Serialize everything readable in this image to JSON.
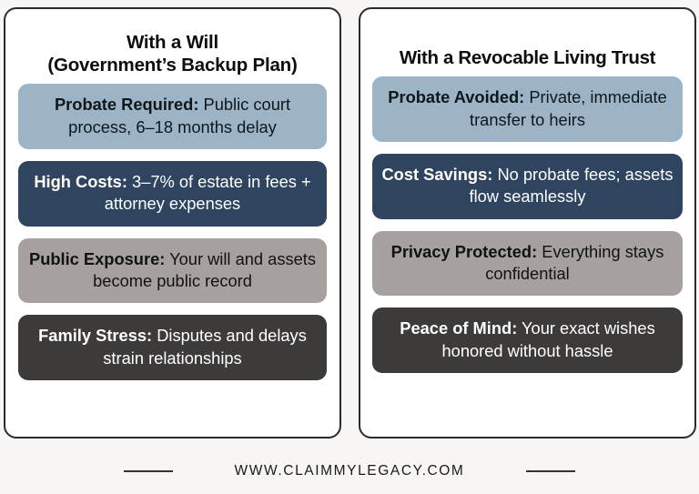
{
  "background_color": "#f7f6f4",
  "panels": [
    {
      "id": "with-a-will",
      "title": "With a Will\n(Government’s Backup Plan)",
      "rows": [
        {
          "lead": "Probate Required:",
          "text": " Public court process, 6–18 months delay",
          "style": "row-blue",
          "bg_color": "#9cb4c5",
          "text_color": "#10171c"
        },
        {
          "lead": "High Costs:",
          "text": " 3–7% of estate in fees + attorney expenses",
          "style": "row-navy",
          "bg_color": "#2f445e",
          "text_color": "#ffffff"
        },
        {
          "lead": "Public Exposure:",
          "text": " Your will and assets become public record",
          "style": "row-gray",
          "bg_color": "#a6a19e",
          "text_color": "#121212"
        },
        {
          "lead": "Family Stress:",
          "text": " Disputes and delays strain relationships",
          "style": "row-dark",
          "bg_color": "#3d3b3a",
          "text_color": "#ffffff"
        }
      ]
    },
    {
      "id": "with-a-revocable-living-trust",
      "title": "With a Revocable Living Trust",
      "rows": [
        {
          "lead": "Probate Avoided:",
          "text": " Private, immediate transfer to heirs",
          "style": "row-blue",
          "bg_color": "#9cb4c5",
          "text_color": "#10171c"
        },
        {
          "lead": "Cost Savings:",
          "text": " No probate fees; assets flow seamlessly",
          "style": "row-navy",
          "bg_color": "#2f445e",
          "text_color": "#ffffff"
        },
        {
          "lead": "Privacy Protected:",
          "text": " Everything stays confidential",
          "style": "row-gray",
          "bg_color": "#a6a19e",
          "text_color": "#121212"
        },
        {
          "lead": "Peace of Mind:",
          "text": " Your exact wishes honored without hassle",
          "style": "row-dark",
          "bg_color": "#3d3b3a",
          "text_color": "#ffffff"
        }
      ]
    }
  ],
  "footer": {
    "website": "WWW.CLAIMMYLEGACY.COM",
    "rule_color": "#333333"
  }
}
